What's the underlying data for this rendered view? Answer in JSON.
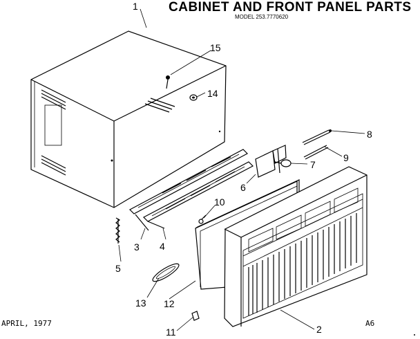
{
  "title": "CABINET AND FRONT PANEL PARTS",
  "subtitle": "MODEL 253.7770620",
  "footer": {
    "date": "APRIL, 1977",
    "code": "A6"
  },
  "callouts": {
    "c1": "1",
    "c2": "2",
    "c3": "3",
    "c4": "4",
    "c5": "5",
    "c6": "6",
    "c7": "7",
    "c8": "8",
    "c9": "9",
    "c10": "10",
    "c11": "11",
    "c12": "12",
    "c13": "13",
    "c14": "14",
    "c15": "15"
  }
}
